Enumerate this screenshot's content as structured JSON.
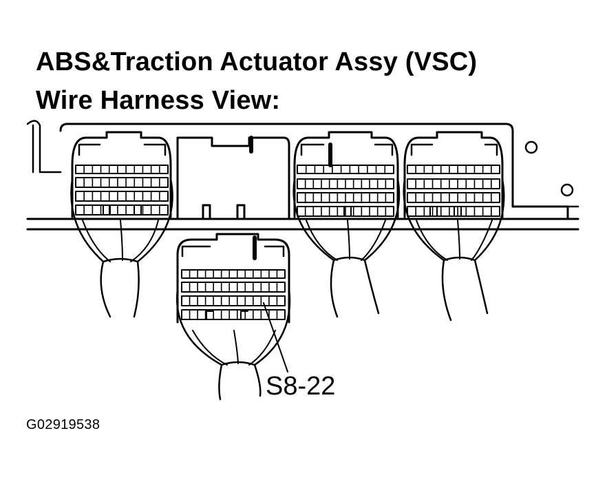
{
  "title_line1": "ABS&Traction Actuator Assy (VSC)",
  "title_line2": "Wire Harness View:",
  "callout_label": "S8-22",
  "figure_id": "G02919538",
  "colors": {
    "line": "#000000",
    "background": "#ffffff"
  }
}
